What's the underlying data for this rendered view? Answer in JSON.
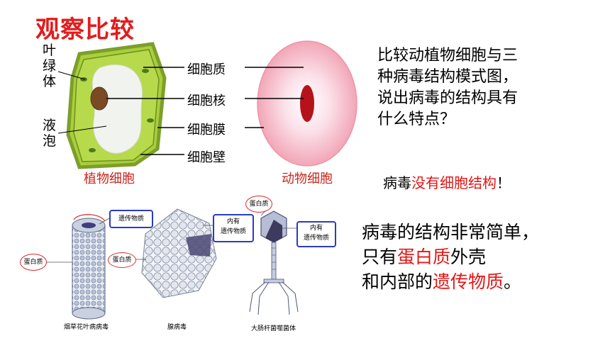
{
  "title": "观察比较",
  "plant": {
    "side_labels": [
      "叶",
      "绿",
      "体"
    ],
    "vacuole_labels": [
      "液",
      "泡"
    ],
    "caption": "植物细胞"
  },
  "animal": {
    "caption": "动物细胞"
  },
  "middle_labels": {
    "cytoplasm": "细胞质",
    "nucleus": "细胞核",
    "membrane": "细胞膜",
    "wall": "细胞壁"
  },
  "question": [
    "比较动植物细胞与三",
    "种病毒结构模式图，",
    "说出病毒的结构具有",
    "什么特点？"
  ],
  "answer1": {
    "prefix": "病毒",
    "highlight": "没有细胞结构",
    "suffix": "！"
  },
  "answer2": {
    "line1": "病毒的结构非常简单，",
    "line2_prefix": "只有",
    "line2_highlight": "蛋白质",
    "line2_suffix": "外壳",
    "line3_prefix": "和内部的",
    "line3_highlight": "遗传物质",
    "line3_suffix": "。"
  },
  "virus": {
    "tmv_genetic": "遗传物质",
    "tmv_protein": "蛋白质",
    "adeno_protein": "蛋白质",
    "adeno_genetic": [
      "内有",
      "遗传物质"
    ],
    "phage_protein": "蛋白质",
    "phage_genetic": [
      "内有",
      "遗传物质"
    ],
    "captions": [
      "烟草花叶病病毒",
      "腺病毒",
      "大肠杆菌噬菌体"
    ]
  },
  "colors": {
    "title": "#e21d1d",
    "highlight": "#e31515",
    "box_border": "#2a3cbf"
  }
}
